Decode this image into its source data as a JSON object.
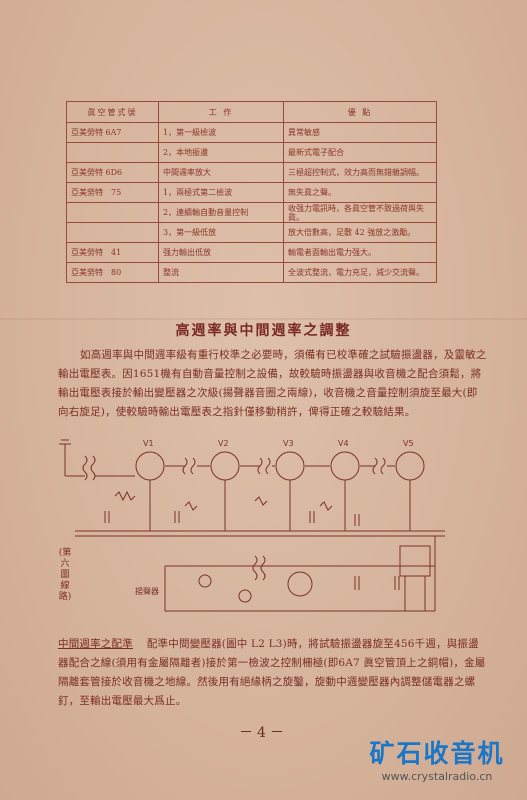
{
  "table": {
    "headers": [
      "眞空管式號",
      "工  作",
      "優  點"
    ],
    "rows": [
      [
        "亞美勞特 6A7",
        "1，第一級檢波",
        "異常敏感"
      ],
      [
        "",
        "2，本地振盪",
        "最新式電子配合"
      ],
      [
        "亞美勞特 6D6",
        "中間週率放大",
        "三極超控制式，效力高而無錯雜調幅。"
      ],
      [
        "亞美勞特　75",
        "1，兩極式第二檢波",
        "無失眞之聲。"
      ],
      [
        "",
        "2，連續輸自動音量控制",
        "收强力電訊時，各眞空管不致過荷與失眞。"
      ],
      [
        "",
        "3，第一級低放",
        "放大倍數高，足敷 42 強放之激勵。"
      ],
      [
        "亞美勞特　41",
        "强力輸出低放",
        "輸電者面輸出電力强大。"
      ],
      [
        "亞美勞特　80",
        "整流",
        "全波式整流，電力充足，減少交流聲。"
      ]
    ]
  },
  "section_title": "高週率與中間週率之調整",
  "para1": "如高週率與中間週率級有重行校準之必要時，須備有已校準確之試驗振盪器，及靈敏之輸出電壓表。因1651機有自動音量控制之設備，故較驗時振盪器與收音機之配合須鬆，將輸出電壓表接於輸出變壓器之次級(揚聲器音圈之兩線)，收音機之音量控制須旋至最大(即向右旋足)，使較驗時輸出電壓表之指針僅移動稍許，俾得正確之較驗結果。",
  "figure_label": "(第六圖 線路)",
  "schematic_labels": {
    "speaker": "揚聲器",
    "tubes": [
      "V1",
      "V2",
      "V3",
      "V4",
      "V5"
    ]
  },
  "para2_lead": "中間週率之配準",
  "para2": "配準中間變壓器(圖中 L2 L3)時，將試驗振盪器旋至456千週，與振盪器配合之線(須用有金屬隔離者)接於第一檢波之控制柵極(即6A7 眞空管頂上之銅帽)，金屬隔離套管接於收音機之地線。然後用有絕緣柄之旋鑿，旋動中週變壓器內調整儲電器之螺釘，至輸出電壓最大爲止。",
  "page_number": "－4－",
  "watermark": {
    "title": "矿石收音机",
    "url": "www.crystalradio.cn"
  }
}
